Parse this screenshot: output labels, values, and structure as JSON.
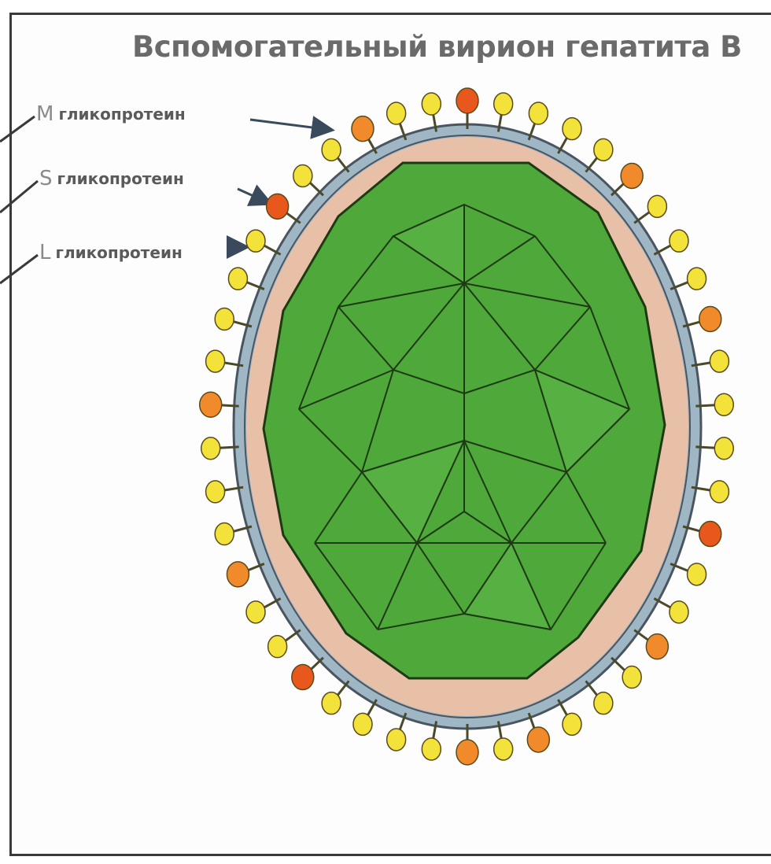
{
  "title": "Вспомогательный вирион гепатита В",
  "labels": [
    {
      "letter": "M",
      "text": "гликопротеин"
    },
    {
      "letter": "S",
      "text": "гликопротеин"
    },
    {
      "letter": "L",
      "text": "гликопротеин"
    }
  ],
  "colors": {
    "capsid": "#3f9a2e",
    "capsid_light": "#5fb84a",
    "envelope": "#e8c0a8",
    "membrane": "#9fb6c4",
    "s_glycoprotein": "#f2e23a",
    "l_glycoprotein": "#e8581c",
    "m_glycoprotein": "#f08a2a"
  }
}
